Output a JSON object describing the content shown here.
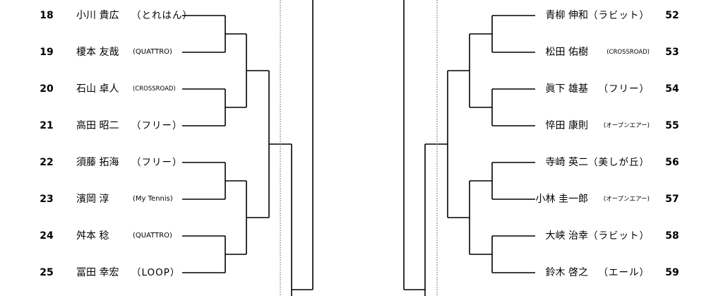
{
  "left_entries": [
    {
      "seed": "18",
      "name": "小川 貴広",
      "club": "（とれはん）",
      "club_size": "normal"
    },
    {
      "seed": "19",
      "name": "榎本 友哉",
      "club": "(QUATTRO)",
      "club_size": "small"
    },
    {
      "seed": "20",
      "name": "石山 卓人",
      "club": "(CROSSROAD)",
      "club_size": "tiny"
    },
    {
      "seed": "21",
      "name": "高田 昭二",
      "club": "（フリー）",
      "club_size": "normal"
    },
    {
      "seed": "22",
      "name": "須藤 拓海",
      "club": "（フリー）",
      "club_size": "normal"
    },
    {
      "seed": "23",
      "name": "濱岡 淳",
      "club": "(My Tennis)",
      "club_size": "small"
    },
    {
      "seed": "24",
      "name": "舛本 稔",
      "club": "(QUATTRO)",
      "club_size": "small"
    },
    {
      "seed": "25",
      "name": "冨田 幸宏",
      "club": "（LOOP）",
      "club_size": "normal"
    }
  ],
  "right_entries": [
    {
      "seed": "52",
      "name": "青柳 伸和",
      "club": "（ラビット）",
      "club_size": "normal"
    },
    {
      "seed": "53",
      "name": "松田 佑樹",
      "club": "(CROSSROAD)",
      "club_size": "tiny"
    },
    {
      "seed": "54",
      "name": "眞下 雄基",
      "club": "（フリー）",
      "club_size": "normal"
    },
    {
      "seed": "55",
      "name": "悴田 康則",
      "club": "(オープンエアー)",
      "club_size": "tiny"
    },
    {
      "seed": "56",
      "name": "寺崎 英二",
      "club": "（美しが丘）",
      "club_size": "normal"
    },
    {
      "seed": "57",
      "name": "小林 圭一郎",
      "club": "(オープンエアー)",
      "club_size": "tiny"
    },
    {
      "seed": "58",
      "name": "大峡 治幸",
      "club": "（ラビット）",
      "club_size": "normal"
    },
    {
      "seed": "59",
      "name": "鈴木 啓之",
      "club": "（エール）",
      "club_size": "normal"
    }
  ]
}
